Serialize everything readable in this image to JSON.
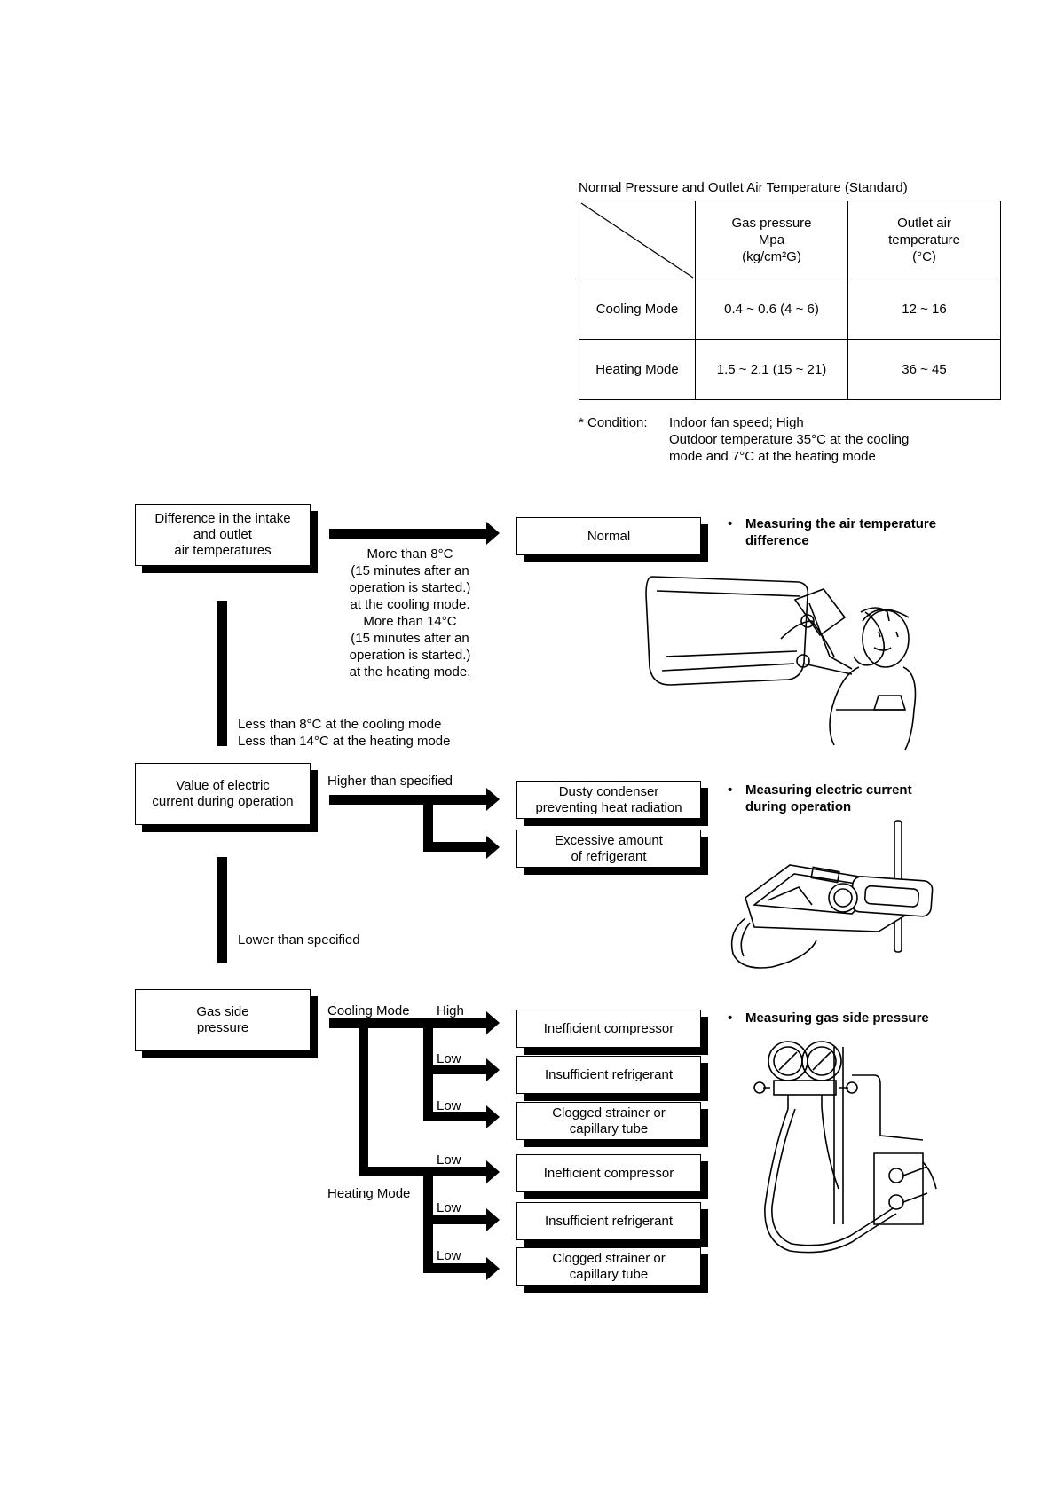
{
  "pressure_table": {
    "title": "Normal Pressure and Outlet Air Temperature (Standard)",
    "col_headers": [
      "Gas pressure\nMpa\n(kg/cm²G)",
      "Outlet air\ntemperature\n(°C)"
    ],
    "rows": [
      {
        "label": "Cooling Mode",
        "gas_pressure": "0.4 ~ 0.6 (4 ~ 6)",
        "outlet_temp": "12 ~ 16"
      },
      {
        "label": "Heating Mode",
        "gas_pressure": "1.5 ~ 2.1 (15 ~ 21)",
        "outlet_temp": "36 ~ 45"
      }
    ],
    "condition_label": "* Condition:",
    "condition_text": "Indoor fan speed; High\nOutdoor temperature 35°C at the cooling\nmode and 7°C at the heating mode"
  },
  "flowchart": {
    "step1": {
      "box": "Difference in the intake\nand outlet\nair temperatures",
      "arrow_label": "More than 8°C\n(15 minutes after an\noperation is started.)\nat the cooling mode.\nMore than 14°C\n(15 minutes after an\noperation is started.)\nat the heating mode.",
      "result": "Normal",
      "down_label": "Less than 8°C at the cooling mode\nLess than 14°C at the heating mode",
      "note": "Measuring the air temperature\ndifference"
    },
    "step2": {
      "box": "Value of electric\ncurrent during operation",
      "arrow_label": "Higher than specified",
      "results": [
        "Dusty condenser\npreventing heat radiation",
        "Excessive amount\nof refrigerant"
      ],
      "down_label": "Lower than specified",
      "note": "Measuring electric current\nduring operation"
    },
    "step3": {
      "box": "Gas side\npressure",
      "cooling_label": "Cooling Mode",
      "heating_label": "Heating Mode",
      "branch_labels": [
        "High",
        "Low",
        "Low",
        "Low",
        "Low",
        "Low"
      ],
      "results": [
        "Inefficient compressor",
        "Insufficient refrigerant",
        "Clogged strainer or\ncapillary tube",
        "Inefficient compressor",
        "Insufficient refrigerant",
        "Clogged strainer or\ncapillary tube"
      ],
      "note": "Measuring gas side pressure"
    }
  }
}
